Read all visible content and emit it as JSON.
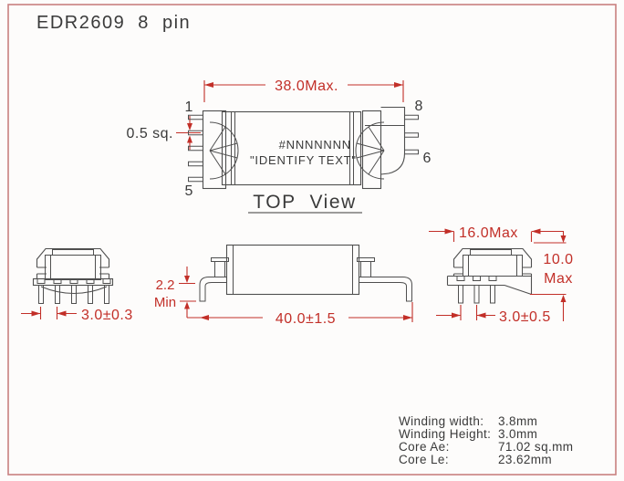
{
  "title": "EDR2609 8 pin",
  "colors": {
    "dimension_red": "#c22f28",
    "line_gray": "#4f4f4f",
    "border_pink": "#c98080"
  },
  "top_view": {
    "label": "TOP View",
    "width_dim": "38.0Max.",
    "pin_size_dim": "0.5 sq.",
    "marking_line1": "#NNNNNNN",
    "marking_line2": "\"IDENTIFY TEXT\"",
    "pin_numbers": {
      "p1": "1",
      "p5": "5",
      "p6": "6",
      "p8": "8"
    }
  },
  "front_view": {
    "standoff_dim": "2.2",
    "standoff_qualifier": "Min",
    "length_dim": "40.0±1.5"
  },
  "left_end_view": {
    "pin_pitch_dim": "3.0±0.3"
  },
  "right_end_view": {
    "width_dim": "16.0Max",
    "height_dim": "10.0",
    "height_qualifier": "Max",
    "pin_pitch_dim": "3.0±0.5"
  },
  "specs": [
    {
      "label": "Winding width:",
      "value": "3.8mm"
    },
    {
      "label": "Winding Height:",
      "value": "3.0mm"
    },
    {
      "label": "Core Ae:",
      "value": "71.02 sq.mm"
    },
    {
      "label": "Core Le:",
      "value": "23.62mm"
    }
  ]
}
